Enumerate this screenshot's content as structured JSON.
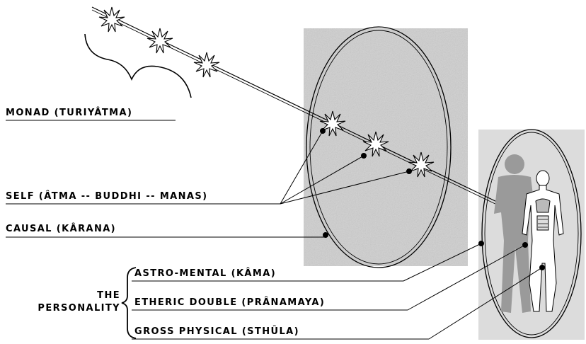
{
  "labels": {
    "monad": "MONAD (TURIYÂTMA)",
    "self": "SELF (ÂTMA -- BUDDHI -- MANAS)",
    "causal": "CAUSAL (KÂRANA)",
    "astro_mental": "ASTRO-MENTAL (KÂMA)",
    "etheric_double": "ETHERIC DOUBLE (PRÂNAMAYA)",
    "gross_physical": "GROSS PHYSICAL (STHÛLA)",
    "personality_line1": "THE",
    "personality_line2": "PERSONALITY"
  },
  "colors": {
    "ink": "#000000",
    "causal_panel": "#d0d0d0",
    "personality_panel": "#dedede",
    "shadow_figure": "#9a9a9a"
  },
  "icons": {
    "star": "starburst-icon",
    "brace": "curly-brace",
    "figure": "human-anatomy-figure"
  }
}
